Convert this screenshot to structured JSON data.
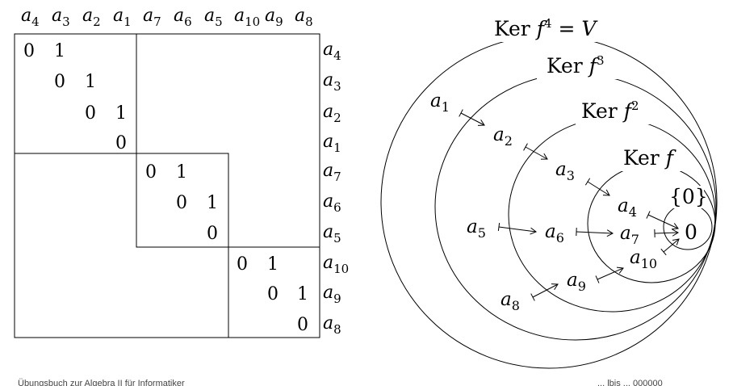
{
  "matrix": {
    "col_labels": [
      {
        "base": "a",
        "sub": "4"
      },
      {
        "base": "a",
        "sub": "3"
      },
      {
        "base": "a",
        "sub": "2"
      },
      {
        "base": "a",
        "sub": "1"
      },
      {
        "base": "a",
        "sub": "7"
      },
      {
        "base": "a",
        "sub": "6"
      },
      {
        "base": "a",
        "sub": "5"
      },
      {
        "base": "a",
        "sub": "10"
      },
      {
        "base": "a",
        "sub": "9"
      },
      {
        "base": "a",
        "sub": "8"
      }
    ],
    "row_labels": [
      {
        "base": "a",
        "sub": "4"
      },
      {
        "base": "a",
        "sub": "3"
      },
      {
        "base": "a",
        "sub": "2"
      },
      {
        "base": "a",
        "sub": "1"
      },
      {
        "base": "a",
        "sub": "7"
      },
      {
        "base": "a",
        "sub": "6"
      },
      {
        "base": "a",
        "sub": "5"
      },
      {
        "base": "a",
        "sub": "10"
      },
      {
        "base": "a",
        "sub": "9"
      },
      {
        "base": "a",
        "sub": "8"
      }
    ],
    "block_sizes": [
      4,
      3,
      3
    ],
    "entries": [
      {
        "r": 0,
        "c": 0,
        "v": "0"
      },
      {
        "r": 0,
        "c": 1,
        "v": "1"
      },
      {
        "r": 1,
        "c": 1,
        "v": "0"
      },
      {
        "r": 1,
        "c": 2,
        "v": "1"
      },
      {
        "r": 2,
        "c": 2,
        "v": "0"
      },
      {
        "r": 2,
        "c": 3,
        "v": "1"
      },
      {
        "r": 3,
        "c": 3,
        "v": "0"
      },
      {
        "r": 4,
        "c": 4,
        "v": "0"
      },
      {
        "r": 4,
        "c": 5,
        "v": "1"
      },
      {
        "r": 5,
        "c": 5,
        "v": "0"
      },
      {
        "r": 5,
        "c": 6,
        "v": "1"
      },
      {
        "r": 6,
        "c": 6,
        "v": "0"
      },
      {
        "r": 7,
        "c": 7,
        "v": "0"
      },
      {
        "r": 7,
        "c": 8,
        "v": "1"
      },
      {
        "r": 8,
        "c": 8,
        "v": "0"
      },
      {
        "r": 8,
        "c": 9,
        "v": "1"
      },
      {
        "r": 9,
        "c": 9,
        "v": "0"
      }
    ]
  },
  "kernels": {
    "labels": {
      "ker4": "Ker f⁴ = V",
      "ker3": "Ker f³",
      "ker2": "Ker f²",
      "ker1": "Ker f",
      "zero_set": "{0}",
      "zero": "0"
    },
    "vectors": [
      {
        "id": "a1",
        "base": "a",
        "sub": "1"
      },
      {
        "id": "a2",
        "base": "a",
        "sub": "2"
      },
      {
        "id": "a3",
        "base": "a",
        "sub": "3"
      },
      {
        "id": "a4",
        "base": "a",
        "sub": "4"
      },
      {
        "id": "a5",
        "base": "a",
        "sub": "5"
      },
      {
        "id": "a6",
        "base": "a",
        "sub": "6"
      },
      {
        "id": "a7",
        "base": "a",
        "sub": "7"
      },
      {
        "id": "a8",
        "base": "a",
        "sub": "8"
      },
      {
        "id": "a9",
        "base": "a",
        "sub": "9"
      },
      {
        "id": "a10",
        "base": "a",
        "sub": "10"
      }
    ],
    "arrows": [
      {
        "from": "a1",
        "to": "a2"
      },
      {
        "from": "a2",
        "to": "a3"
      },
      {
        "from": "a3",
        "to": "a4"
      },
      {
        "from": "a4",
        "to": "zero"
      },
      {
        "from": "a5",
        "to": "a6"
      },
      {
        "from": "a6",
        "to": "a7"
      },
      {
        "from": "a7",
        "to": "zero"
      },
      {
        "from": "a8",
        "to": "a9"
      },
      {
        "from": "a9",
        "to": "a10"
      },
      {
        "from": "a10",
        "to": "zero"
      }
    ]
  },
  "footer": {
    "left": "Übungsbuch zur Algebra II für Informatiker",
    "right": "... lbis ... 000000"
  }
}
